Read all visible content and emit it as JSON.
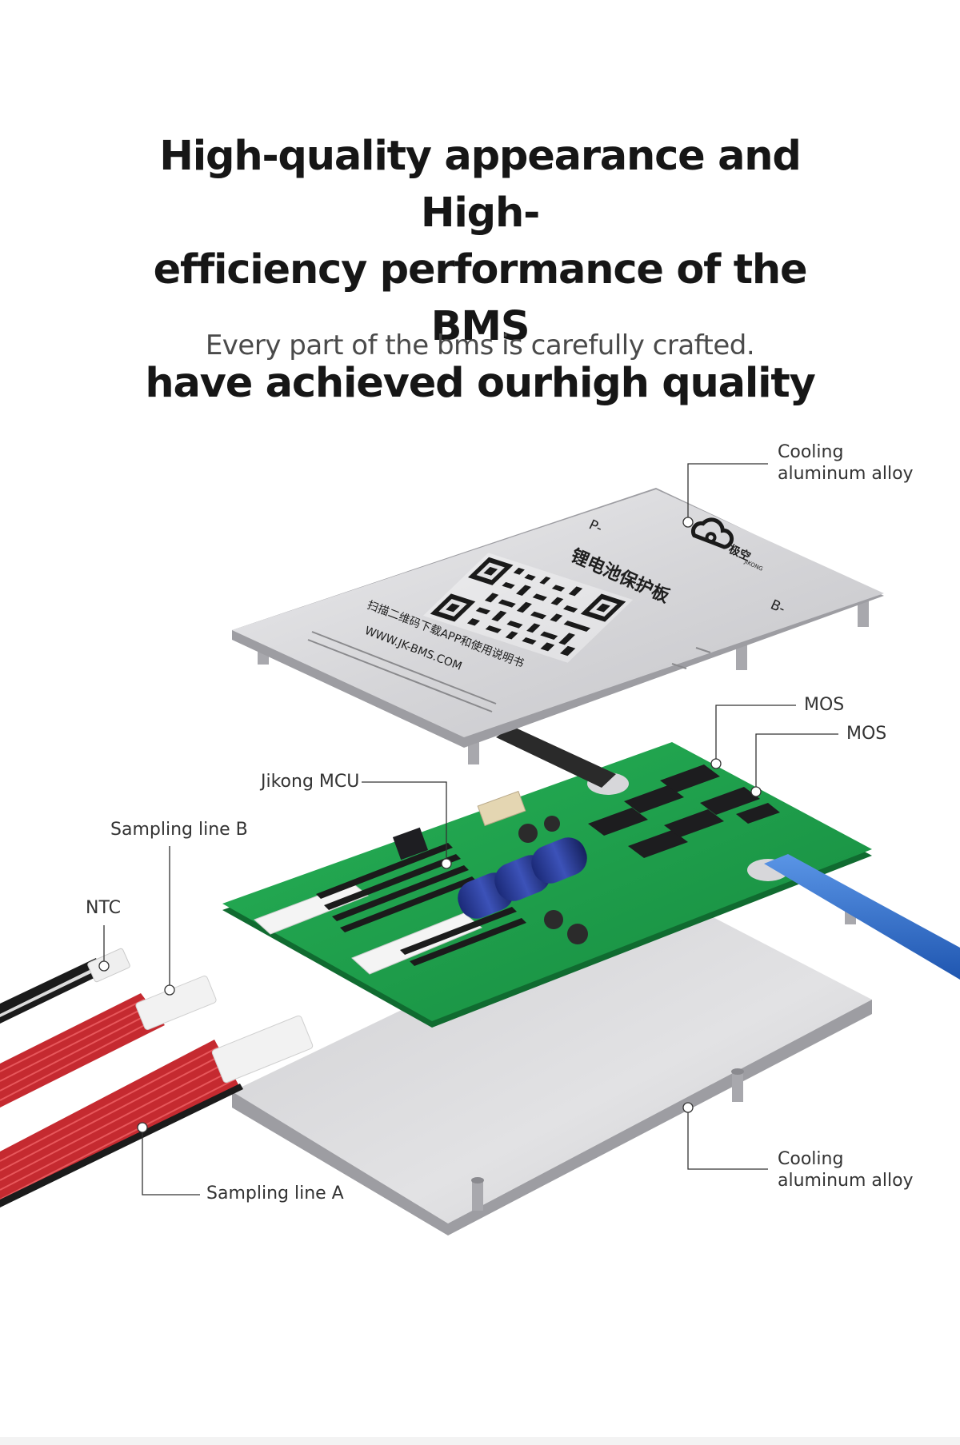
{
  "heading": {
    "line1": "High-quality appearance and High-",
    "line2": "efficiency performance of the BMS",
    "line3": "have achieved ourhigh quality"
  },
  "subheading": "Every part of the bms is carefully crafted.",
  "callouts": {
    "cooling_top": {
      "line1": "Cooling",
      "line2": "aluminum alloy"
    },
    "mos_1": "MOS",
    "mos_2": "MOS",
    "jikong_mcu": "Jikong MCU",
    "sampling_b": "Sampling line B",
    "ntc": "NTC",
    "sampling_a": "Sampling line A",
    "cooling_bottom": {
      "line1": "Cooling",
      "line2": "aluminum alloy"
    }
  },
  "top_plate": {
    "label_p_minus": "P-",
    "label_b_minus": "B-",
    "brand": "极空",
    "brand_en": "JIKONG",
    "title_cn": "锂电池保护板",
    "instruction_cn": "扫描二维码下载APP和使用说明书",
    "url": "WWW.JK-BMS.COM"
  },
  "colors": {
    "heading": "#161616",
    "subheading": "#4a4a4a",
    "plate": "#d9d9db",
    "pcb": "#1fa14c",
    "red_wire": "#c8282e",
    "blue_cable": "#2f6fd0"
  }
}
